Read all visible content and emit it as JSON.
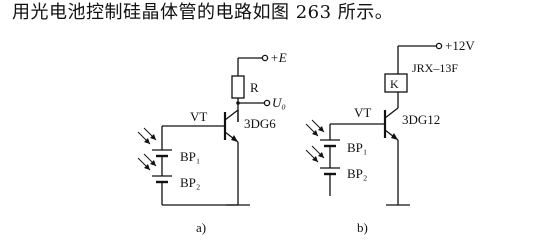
{
  "caption": "用光电池控制硅晶体管的电路如图 263 所示。",
  "circuit_a": {
    "supply_label": "+E",
    "resistor_label": "R",
    "output_label": "U₀",
    "transistor_label": "VT",
    "transistor_model": "3DG6",
    "cell1_label": "BP₁",
    "cell2_label": "BP₂",
    "sub_label": "a)"
  },
  "circuit_b": {
    "supply_label": "+12V",
    "relay_symbol": "K",
    "relay_model": "JRX–13F",
    "transistor_label": "VT",
    "transistor_model": "3DG12",
    "cell1_label": "BP₁",
    "cell2_label": "BP₂",
    "sub_label": "b)"
  }
}
